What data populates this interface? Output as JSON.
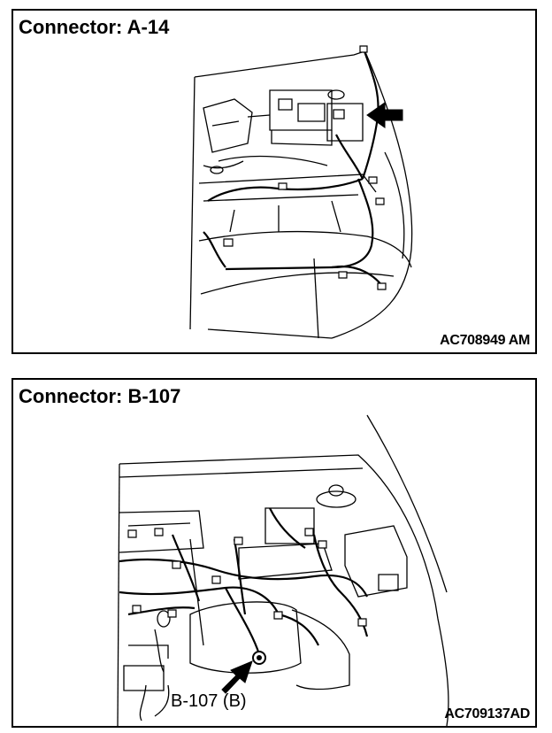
{
  "panels": [
    {
      "title": "Connector: A-14",
      "figure_code": "AC708949 AM",
      "callout_label": ""
    },
    {
      "title": "Connector: B-107",
      "figure_code": "AC709137AD",
      "callout_label": "B-107 (B)"
    }
  ]
}
